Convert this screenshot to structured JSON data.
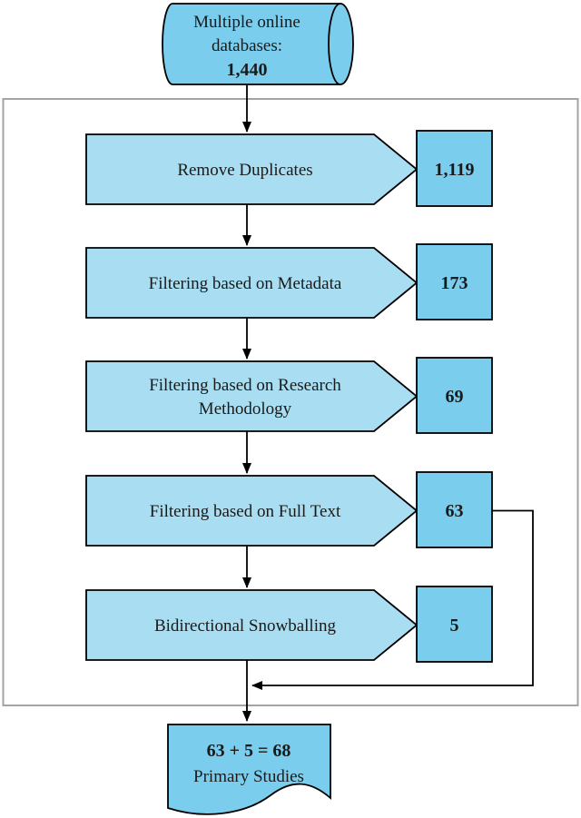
{
  "flowchart": {
    "source_db": {
      "line1": "Multiple online",
      "line2": "databases:",
      "count": "1,440"
    },
    "steps": [
      {
        "label": "Remove Duplicates",
        "count": "1,119"
      },
      {
        "label": "Filtering based on Metadata",
        "count": "173"
      },
      {
        "label": "Filtering based on Research",
        "label_line2": "Methodology",
        "count": "69"
      },
      {
        "label": "Filtering based on Full Text",
        "count": "63"
      },
      {
        "label": "Bidirectional Snowballing",
        "count": "5"
      }
    ],
    "result": {
      "line1": "63 + 5 = 68",
      "line2": "Primary Studies"
    },
    "colors": {
      "node_fill": "#7acdec",
      "step_fill": "#a9def2",
      "stroke": "#000000",
      "container_border": "#a3a3a3"
    }
  }
}
